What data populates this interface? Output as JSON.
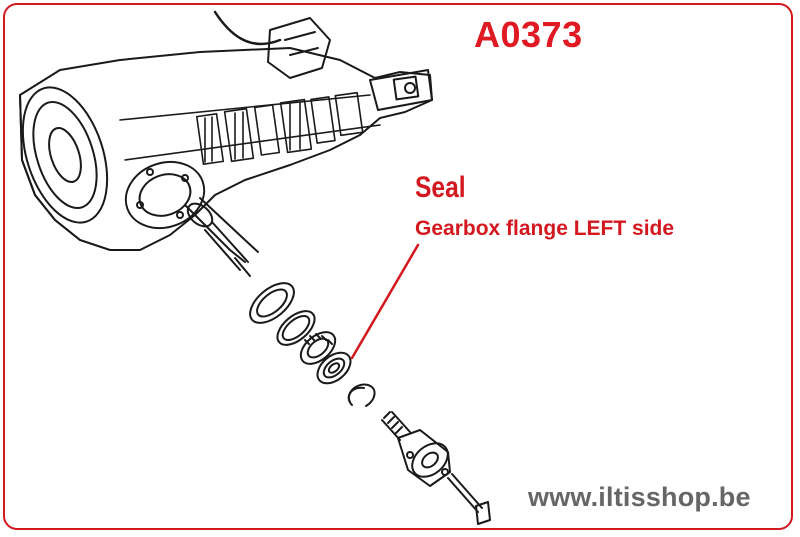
{
  "part_code": "A0373",
  "callout": {
    "title": "Seal",
    "description": "Gearbox flange LEFT side"
  },
  "watermark": "www.iltisshop.be",
  "colors": {
    "accent": "#d4181f",
    "line_art": "#1a1a1a",
    "watermark": "#666666"
  }
}
